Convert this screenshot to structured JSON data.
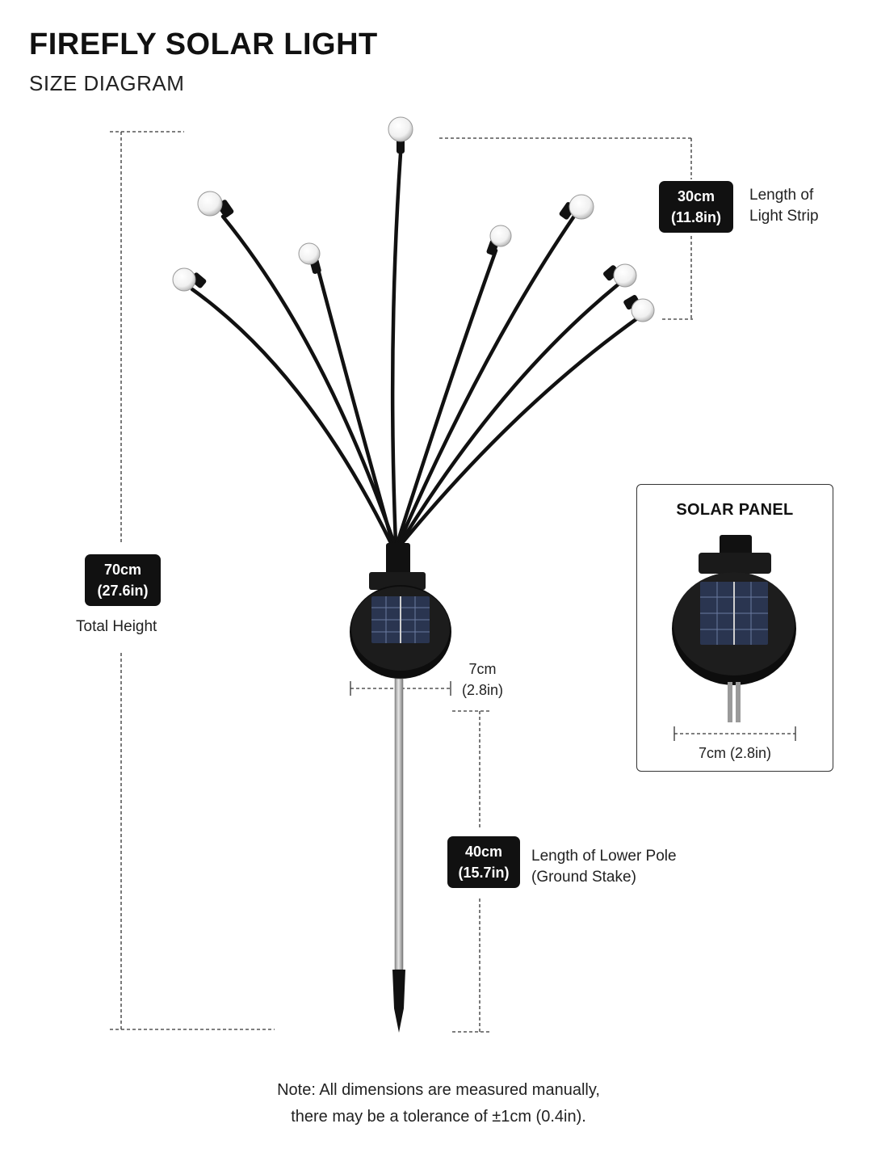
{
  "header": {
    "title": "FIREFLY SOLAR LIGHT",
    "subtitle": "SIZE DIAGRAM"
  },
  "dimensions": {
    "total_height": {
      "metric": "70cm",
      "imperial": "(27.6in)",
      "label": "Total Height"
    },
    "light_strip": {
      "metric": "30cm",
      "imperial": "(11.8in)",
      "label_line1": "Length of",
      "label_line2": "Light Strip"
    },
    "head_width": {
      "metric": "7cm",
      "imperial": "(2.8in)"
    },
    "lower_pole": {
      "metric": "40cm",
      "imperial": "(15.7in)",
      "label_line1": "Length of Lower Pole",
      "label_line2": "(Ground Stake)"
    }
  },
  "solar_panel_box": {
    "title": "SOLAR PANEL",
    "width_label": "7cm (2.8in)"
  },
  "note": {
    "line1": "Note: All dimensions are measured manually,",
    "line2": "there may be a tolerance of ±1cm (0.4in)."
  },
  "colors": {
    "badge_bg": "#111111",
    "badge_text": "#ffffff",
    "stem": "#111111",
    "bulb": "#f2f2f2",
    "solar_cell": "#2a3550",
    "pole": "#b8b8b8"
  }
}
